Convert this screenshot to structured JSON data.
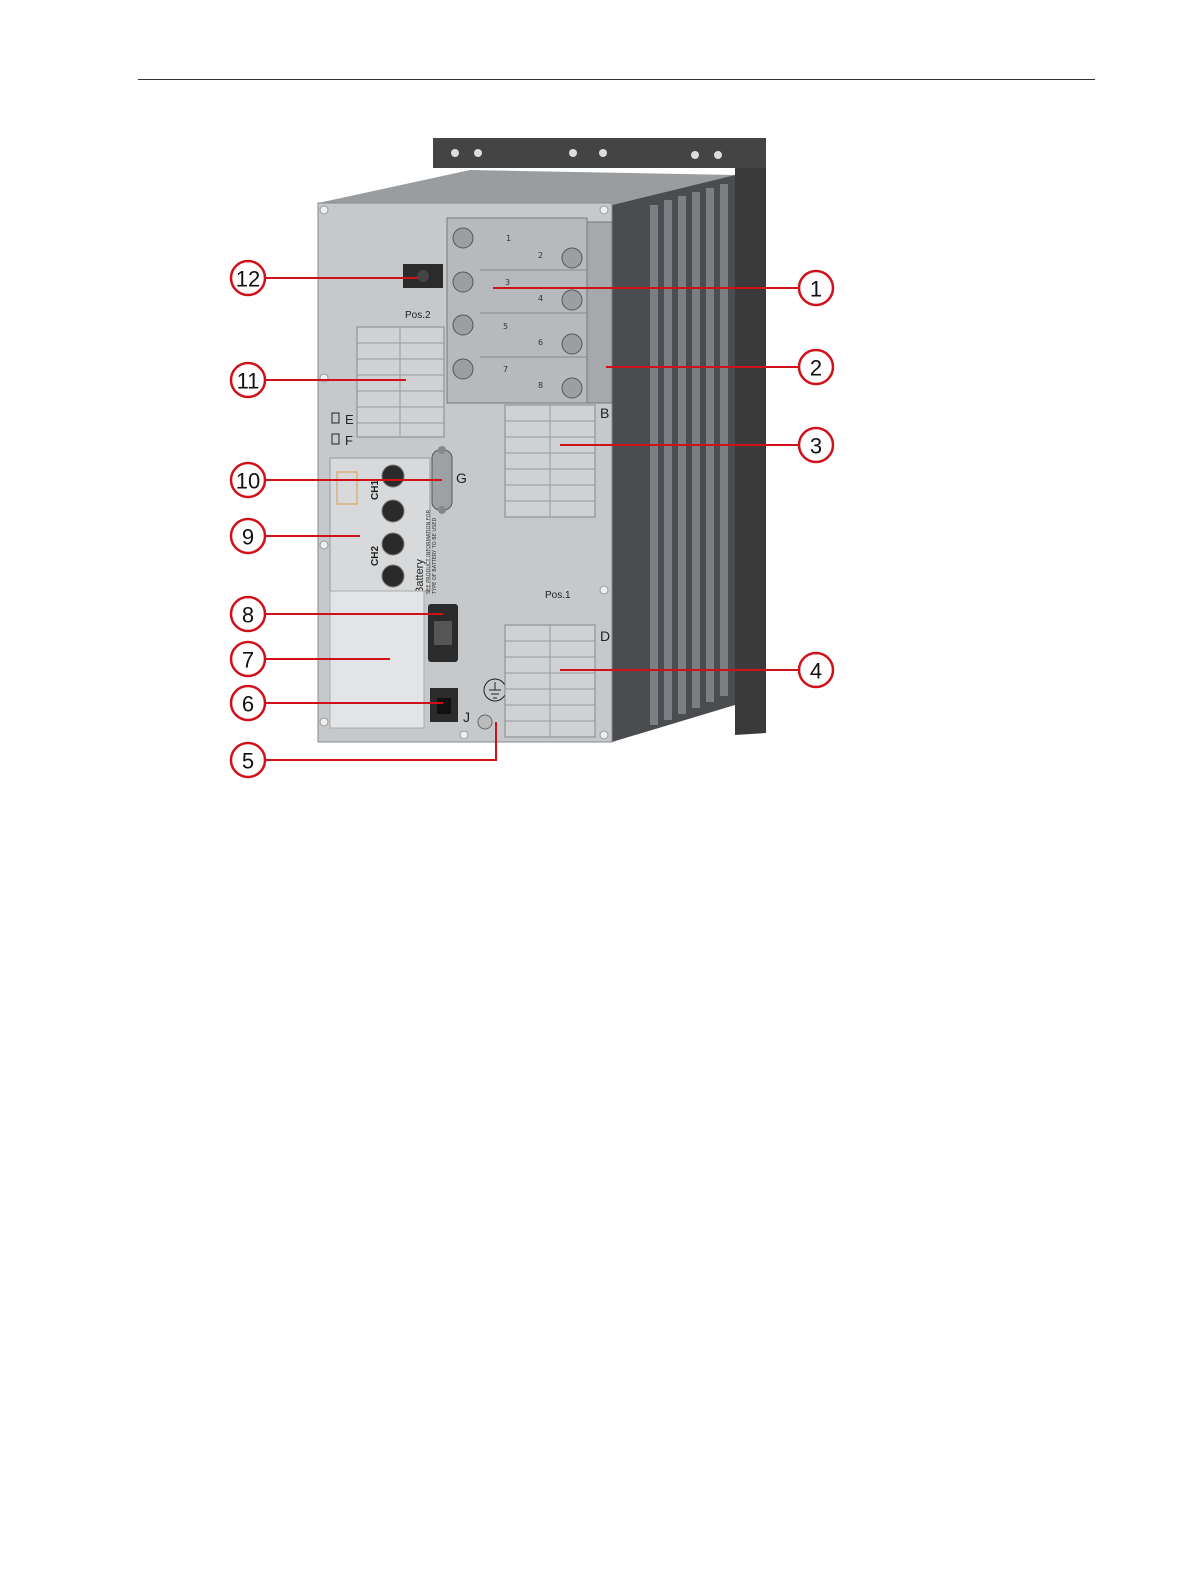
{
  "panel_labels": {
    "pos2": "Pos.2",
    "pos1": "Pos.1",
    "b": "B",
    "d": "D",
    "e": "E",
    "f": "F",
    "g": "G",
    "j": "J",
    "ch1": "CH1",
    "ch2": "CH2",
    "battery": "Battery",
    "battery_note_1": "SEE PRODUCT INFORMATION FOR",
    "battery_note_2": "TYPE OF BATTERY TO BE USED"
  },
  "ct_terminals": [
    "1",
    "2",
    "3",
    "4",
    "5",
    "6",
    "7",
    "8"
  ],
  "callouts": [
    {
      "id": "callout-1",
      "number": "1"
    },
    {
      "id": "callout-2",
      "number": "2"
    },
    {
      "id": "callout-3",
      "number": "3"
    },
    {
      "id": "callout-4",
      "number": "4"
    },
    {
      "id": "callout-5",
      "number": "5"
    },
    {
      "id": "callout-6",
      "number": "6"
    },
    {
      "id": "callout-7",
      "number": "7"
    },
    {
      "id": "callout-8",
      "number": "8"
    },
    {
      "id": "callout-9",
      "number": "9"
    },
    {
      "id": "callout-10",
      "number": "10"
    },
    {
      "id": "callout-11",
      "number": "11"
    },
    {
      "id": "callout-12",
      "number": "12"
    }
  ],
  "colors": {
    "callout_red": "#d0101a",
    "housing_dark": "#3c3c3c",
    "panel_grey": "#c6c9cc"
  }
}
